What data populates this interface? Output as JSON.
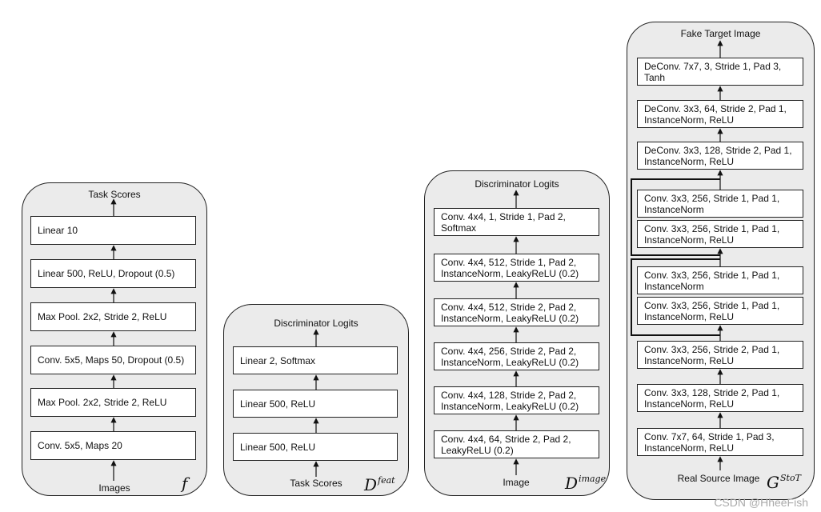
{
  "panels": {
    "f": {
      "top_label": "Task Scores",
      "bottom_label": "Images",
      "net_label": "f",
      "net_sup": "",
      "blocks": [
        "Linear 10",
        "Linear 500, ReLU, Dropout (0.5)",
        "Max Pool. 2x2, Stride 2, ReLU",
        "Conv. 5x5, Maps 50, Dropout (0.5)",
        "Max Pool. 2x2, Stride 2, ReLU",
        "Conv. 5x5, Maps 20"
      ]
    },
    "d_feat": {
      "top_label": "Discriminator Logits",
      "bottom_label": "Task Scores",
      "net_label": "D",
      "net_sup": "feat",
      "blocks": [
        "Linear 2, Softmax",
        "Linear 500, ReLU",
        "Linear 500, ReLU"
      ]
    },
    "d_image": {
      "top_label": "Discriminator Logits",
      "bottom_label": "Image",
      "net_label": "D",
      "net_sup": "image",
      "blocks": [
        "Conv. 4x4, 1, Stride 1, Pad 2,\nSoftmax",
        "Conv. 4x4, 512, Stride 1, Pad 2,\nInstanceNorm, LeakyReLU (0.2)",
        "Conv. 4x4, 512, Stride 2, Pad 2,\nInstanceNorm, LeakyReLU (0.2)",
        "Conv. 4x4, 256, Stride 2, Pad 2,\nInstanceNorm, LeakyReLU (0.2)",
        "Conv. 4x4, 128, Stride 2, Pad 2,\nInstanceNorm, LeakyReLU (0.2)",
        "Conv. 4x4, 64, Stride 2, Pad 2,\nLeakyReLU (0.2)"
      ]
    },
    "g_stot": {
      "top_label": "Fake Target Image",
      "bottom_label": "Real Source Image",
      "net_label": "G",
      "net_sup": "StoT",
      "blocks": [
        "DeConv. 7x7, 3, Stride 1, Pad 3,\nTanh",
        "DeConv. 3x3, 64, Stride 2, Pad 1,\nInstanceNorm, ReLU",
        "DeConv. 3x3, 128, Stride 2, Pad 1,\nInstanceNorm, ReLU",
        "Conv. 3x3, 256, Stride 1, Pad 1,\nInstanceNorm",
        "Conv. 3x3, 256, Stride 1, Pad 1,\nInstanceNorm, ReLU",
        "Conv. 3x3, 256, Stride 1, Pad 1,\nInstanceNorm",
        "Conv. 3x3, 256, Stride 1, Pad 1,\nInstanceNorm, ReLU",
        "Conv. 3x3, 256, Stride 2, Pad 1,\nInstanceNorm, ReLU",
        "Conv. 3x3, 128, Stride 2, Pad 1,\nInstanceNorm, ReLU",
        "Conv. 7x7, 64, Stride 1, Pad 3,\nInstanceNorm, ReLU"
      ]
    }
  },
  "watermark": "CSDN @HheeFish"
}
